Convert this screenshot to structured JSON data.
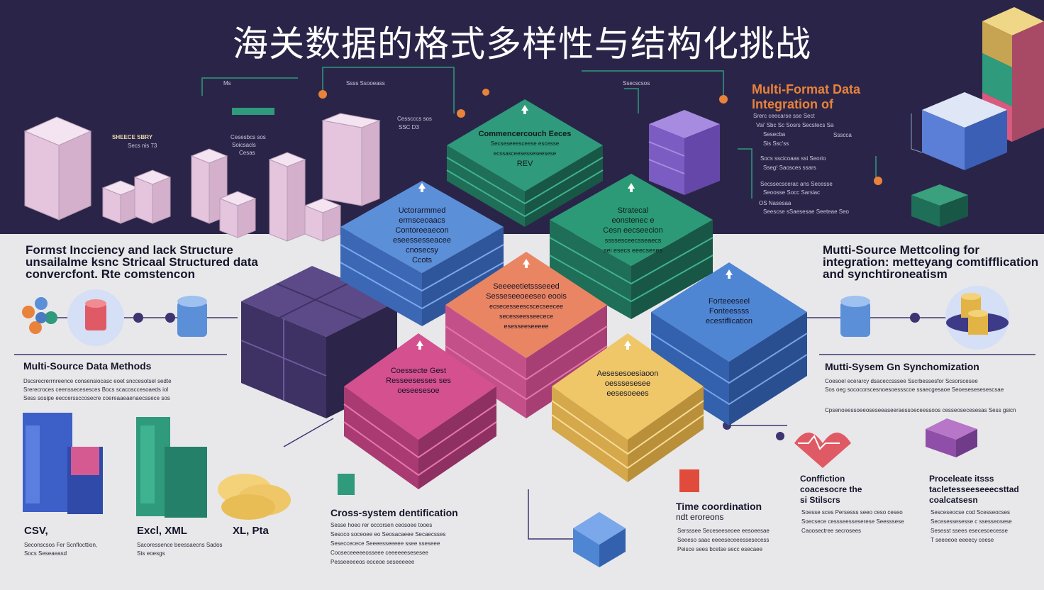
{
  "title": "海关数据的格式多样性与结构化挑战",
  "top_left": {
    "tag": "SHEECE SBRY",
    "lines": [
      "Cesscccs sos",
      "Secs nis 73",
      "SSC D3"
    ],
    "labels2": [
      "Cesesbcs sos",
      "Soicsacls",
      "Cesas"
    ]
  },
  "top_misc": {
    "small1": "Ms",
    "small2": "Ssss Ssooeass",
    "small3": "Ssecscsos",
    "small4": "Ssscca"
  },
  "top_right": {
    "heading_line1": "Multi-Format Data",
    "heading_line2": "Integration of",
    "lines": [
      "Srerc ceecarse sse Sect",
      "Vai' Sbc Sc Sosrs Secstecs Sa",
      "Sesecba",
      "Sis Ssc'ss",
      "Socs sscicoaas ssi Seorio",
      "Sseg! Saosces ssars",
      "Secssecscerac ans Secesse",
      "Seoosse Socc Sarsiac",
      "OS Nasesaa",
      "Seescse sSaesesae Seeteae Seo"
    ]
  },
  "left_heading": {
    "line1": "Formst Incciency and lack Structure",
    "line2": "unsailalme ksnc Stricaal Structured data",
    "line3": "convercfont. Rte comstencon"
  },
  "left_methods": {
    "title": "Multi-Source Data Methods",
    "lines": [
      "Dscsrecrerrnreence consensiocasc eoet snccesotsel sedte",
      "Srerecroces ceenssecesesces Bocs scacosccesoaeds iol",
      "Sess sosipe eeccerssccosecre coereaaeaenaecssece sos"
    ]
  },
  "left_files": [
    {
      "label": "CSV,",
      "desc1": "Seconscsos Fer Scnflocttion,",
      "desc2": "Socs Seseaeasd"
    },
    {
      "label": "Excl, XML",
      "desc1": "Sacoressence beessaecns Sados",
      "desc2": "Sts eoesgs"
    },
    {
      "label": "XL, Pta",
      "desc1": "",
      "desc2": ""
    }
  ],
  "right_heading": {
    "line1": "Mutti-Source Mettcoling for",
    "line2": "integration: metteyang comtifflication",
    "line3": "and synchtironeatism"
  },
  "right_sync": {
    "title": "Mutti-Sysem Gn Synchomization",
    "lines": [
      "Coesoel ecerarcy dsaceccsssee Sscrbessesfor Scsorscesee",
      "Sos oeg sococorscesnoesoessscoe ssaecgesaoe Seoesesesesescsae",
      "Cpsenoeessoeeoseseeaseeraessoeceessoos cesseosecesesas Sess gsicn"
    ]
  },
  "right_bottom": [
    {
      "title1": "Conffiction",
      "title2": "coacesocre the",
      "title3": "si Stilscrs",
      "lines": [
        "Soesse sces Persesss seeo ceso ceseo",
        "Soecsece cessseesseserese Seesssese",
        "Caoosectree secrosees"
      ]
    },
    {
      "title1": "Proceleate itsss",
      "title2": "tacletesseeseeecsttad",
      "title3": "coalcatsesn",
      "lines": [
        "Sesceseocse cod Scesseocses",
        "Secesessesesse c ssesseosese",
        "Sesesst ssees esecesoecesse",
        "T seeeeoe eeeecy ceese"
      ]
    }
  ],
  "bottom_center": {
    "cross_title": "Cross-system dentification",
    "cross_lines": [
      "Sesse hoeo rer occorsen ceosoee tooes",
      "Sesoco soceoee eo Seosacaeee Secaecsses",
      "Seseccecece Seeeesseeeee ssee sseseee",
      "Cooseceeeeeosseee ceeeeeesesesee",
      "Pesseeeeeos eoceoe seseeeeee"
    ],
    "time_title": "Time coordination",
    "time_sub": "ndt eroreons",
    "time_lines": [
      "Sersssee Seceseeseoee eesoeesae",
      "Seeeso saac eeeeseceeessesecess",
      "Peisce sees bcetse secc esecaee"
    ]
  },
  "stacks": [
    {
      "id": "top-green",
      "lines": [
        "Commencercouch Eeces",
        "Secseseeesceese escesse",
        "ecssasceesesseseesese",
        "REV"
      ],
      "color": "#2f9a7c"
    },
    {
      "id": "mid-blue",
      "lines": [
        "Uctorarmmed",
        "ermsceoaacs",
        "Contoreeaecon",
        "eseessesseacee",
        "cnosecsy",
        "Ccots"
      ],
      "color": "#5b8fd8"
    },
    {
      "id": "mid-green",
      "lines": [
        "Stratecal",
        "eonstenec e",
        "Cesn eecseecion",
        "ssssesceecsseaecs",
        "sei esecs eeecseses"
      ],
      "color": "#2c9a77"
    },
    {
      "id": "center-orange",
      "lines": [
        "Seeeeetietssseeed",
        "Sesseseeoeeseo eoois",
        "ecsecesseescscecseecee",
        "secesseesseecece",
        "esesseeseeeee"
      ],
      "color": "#ea8563"
    },
    {
      "id": "right-blue",
      "lines": [
        "Forteeeseel",
        "Fonteessss",
        "ecestiflication"
      ],
      "color": "#4f86d3"
    },
    {
      "id": "low-magenta",
      "lines": [
        "Coessecte Gest",
        "Resseesesses ses",
        "oeseesesoe"
      ],
      "color": "#d5508f"
    },
    {
      "id": "low-yellow",
      "lines": [
        "Aesesesoesiaoon",
        "oesssesesee",
        "eesesoeees"
      ],
      "color": "#efc768"
    }
  ],
  "colors": {
    "navy": "#2a2548",
    "teal": "#2f9a7c",
    "blue": "#5b8fd8",
    "orange": "#ea8563",
    "magenta": "#d5508f",
    "yellow": "#efc768",
    "purple": "#4a3b6e",
    "lilac": "#e4c5dd",
    "accent_orange": "#e9823a"
  }
}
